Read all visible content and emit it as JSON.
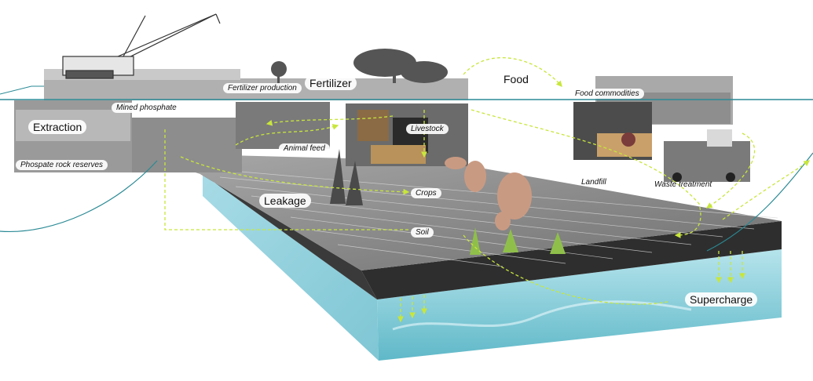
{
  "labels": {
    "extraction": "Extraction",
    "mined_phosphate": "Mined phosphate",
    "phosphate_rock_reserves": "Phospate rock reserves",
    "fertilizer_production": "Fertilizer production",
    "fertilizer": "Fertilizer",
    "food": "Food",
    "food_commodities": "Food commodities",
    "animal_feed": "Animal feed",
    "livestock": "Livestock",
    "crops": "Crops",
    "soil": "Soil",
    "leakage": "Leakage",
    "landfill": "Landfill",
    "waste_treatment": "Waste treatment",
    "supercharge": "Supercharge"
  },
  "colors": {
    "flow_arrow": "#c8e63c",
    "horizon_line": "#2a8a95",
    "water": "#8fd3de",
    "soil": "#2e2e2e",
    "field": "#8a8a8a"
  }
}
